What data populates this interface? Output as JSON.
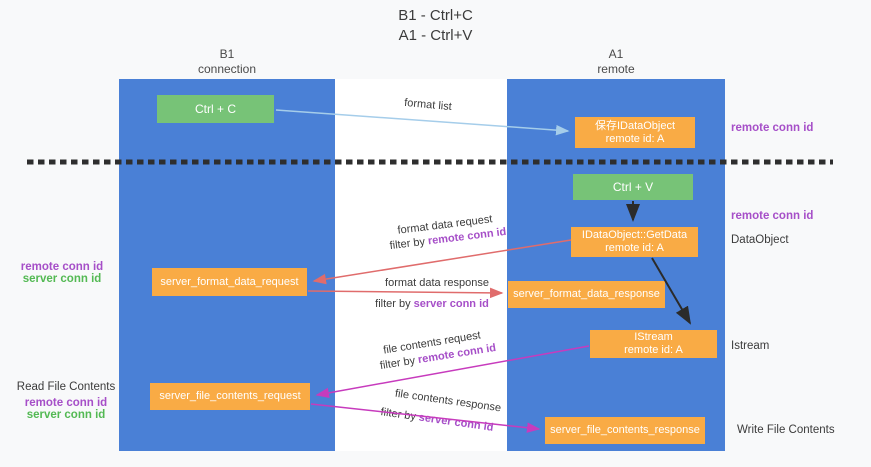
{
  "title": {
    "line1": "B1 - Ctrl+C",
    "line2": "A1 - Ctrl+V"
  },
  "lanes": {
    "left": {
      "name": "B1",
      "subtitle": "connection"
    },
    "right": {
      "name": "A1",
      "subtitle": "remote"
    }
  },
  "nodes": {
    "ctrl_c": {
      "label": "Ctrl + C"
    },
    "ctrl_v": {
      "label": "Ctrl + V"
    },
    "save_idataobject": {
      "line1": "保存IDataObject",
      "line2": "remote id: A"
    },
    "idataobject_getdata": {
      "line1": "IDataObject::GetData",
      "line2": "remote id: A"
    },
    "istream": {
      "line1": "IStream",
      "line2": "remote id: A"
    },
    "server_format_data_request": {
      "label": "server_format_data_request"
    },
    "server_format_data_response": {
      "label": "server_format_data_response"
    },
    "server_file_contents_request": {
      "label": "server_file_contents_request"
    },
    "server_file_contents_response": {
      "label": "server_file_contents_response"
    }
  },
  "arrow_labels": {
    "format_list": "format list",
    "format_data_request": {
      "line1": "format data request",
      "filter_prefix": "filter by ",
      "filter_key": "remote conn id"
    },
    "format_data_response": {
      "line1": "format data response",
      "filter_prefix": "filter by ",
      "filter_key": "server conn id"
    },
    "file_contents_request": {
      "line1": "file contents request",
      "filter_prefix": "filter by ",
      "filter_key": "remote conn id"
    },
    "file_contents_response": {
      "line1": "file contents response",
      "filter_prefix": "filter by ",
      "filter_key": "server conn id"
    }
  },
  "side_labels": {
    "right_top_remote_conn_id": "remote conn id",
    "right_mid_remote_conn_id": "remote conn id",
    "dataobject": "DataObject",
    "istream": "Istream",
    "write_file_contents": "Write File Contents",
    "left_mid": {
      "remote_conn_id": "remote conn id",
      "server_conn_id": "server conn id"
    },
    "left_bottom": {
      "title": "Read File Contents",
      "remote_conn_id": "remote conn id",
      "server_conn_id": "server conn id"
    }
  },
  "colors": {
    "lane_blue": "#4a80d6",
    "node_green": "#77c377",
    "node_orange": "#f9ab45",
    "purple_text": "#a64fc8",
    "green_text": "#53b953",
    "arrow_red": "#e06c6c",
    "arrow_magenta": "#c73bbd",
    "arrow_lightblue": "#a5cdea",
    "arrow_black": "#2b2b2b",
    "dashed_line": "#2e2e2e"
  }
}
